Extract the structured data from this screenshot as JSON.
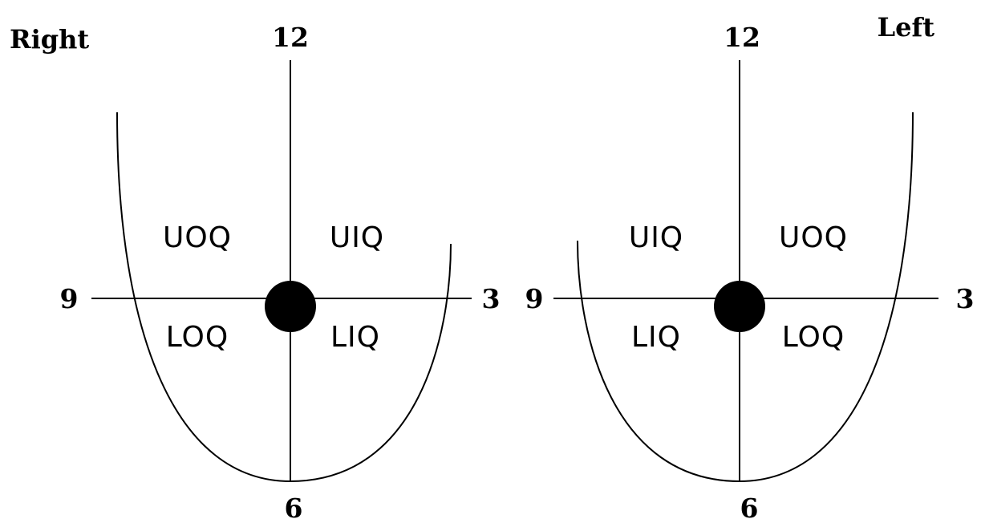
{
  "breasts": [
    {
      "side_label": "Right",
      "clock": {
        "top": "12",
        "left": "9",
        "right": "3",
        "bottom": "6"
      },
      "quadrants": {
        "upper_left": "UOQ",
        "upper_right": "UIQ",
        "lower_left": "LOQ",
        "lower_right": "LIQ"
      }
    },
    {
      "side_label": "Left",
      "clock": {
        "top": "12",
        "left": "9",
        "right": "3",
        "bottom": "6"
      },
      "quadrants": {
        "upper_left": "UIQ",
        "upper_right": "UOQ",
        "lower_left": "LIQ",
        "lower_right": "LOQ"
      }
    }
  ],
  "colors": {
    "line": "#000000",
    "background": "#ffffff"
  }
}
